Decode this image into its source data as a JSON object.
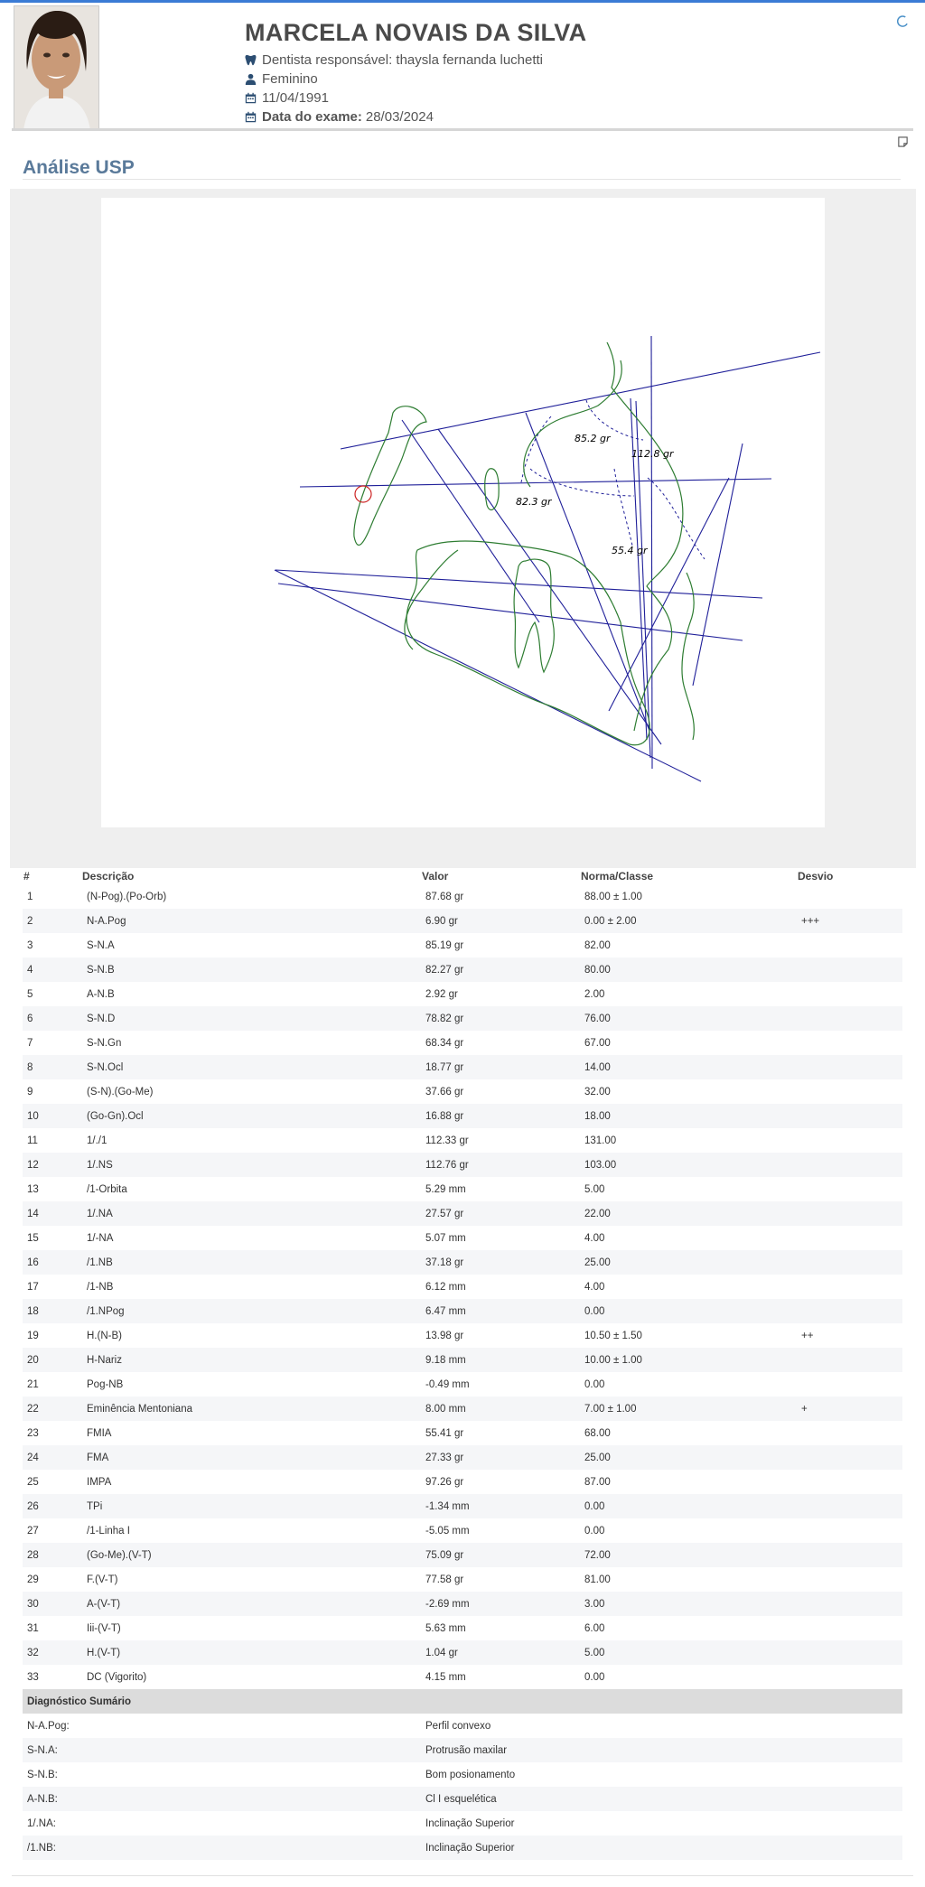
{
  "colors": {
    "accent": "#3a7bd5",
    "header_icon": "#2c4e72",
    "section_title": "#5a7a9a",
    "trace": "#2e7d32",
    "lines": "#1f1f99",
    "marker": "#cc2222"
  },
  "patient": {
    "name": "MARCELA NOVAIS DA SILVA",
    "dentist": "Dentista responsável: thaysla fernanda luchetti",
    "gender": "Feminino",
    "birthdate": "11/04/1991",
    "exam_label": "Data do exame:",
    "exam_date": "28/03/2024",
    "icons": [
      "tooth-icon",
      "user-icon",
      "calendar-icon",
      "calendar-icon"
    ]
  },
  "section": {
    "title": "Análise USP"
  },
  "tracing": {
    "angles": [
      "85.2 gr",
      "112.8 gr",
      "82.3 gr",
      "55.4 gr"
    ]
  },
  "table": {
    "headers": [
      "#",
      "Descrição",
      "Valor",
      "Norma/Classe",
      "Desvio"
    ],
    "rows": [
      [
        "1",
        "(N-Pog).(Po-Orb)",
        "87.68 gr",
        "88.00 ± 1.00",
        ""
      ],
      [
        "2",
        "N-A.Pog",
        "6.90 gr",
        "0.00 ± 2.00",
        "+++"
      ],
      [
        "3",
        "S-N.A",
        "85.19 gr",
        "82.00",
        ""
      ],
      [
        "4",
        "S-N.B",
        "82.27 gr",
        "80.00",
        ""
      ],
      [
        "5",
        "A-N.B",
        "2.92 gr",
        "2.00",
        ""
      ],
      [
        "6",
        "S-N.D",
        "78.82 gr",
        "76.00",
        ""
      ],
      [
        "7",
        "S-N.Gn",
        "68.34 gr",
        "67.00",
        ""
      ],
      [
        "8",
        "S-N.Ocl",
        "18.77 gr",
        "14.00",
        ""
      ],
      [
        "9",
        "(S-N).(Go-Me)",
        "37.66 gr",
        "32.00",
        ""
      ],
      [
        "10",
        "(Go-Gn).Ocl",
        "16.88 gr",
        "18.00",
        ""
      ],
      [
        "11",
        "1/./1",
        "112.33 gr",
        "131.00",
        ""
      ],
      [
        "12",
        "1/.NS",
        "112.76 gr",
        "103.00",
        ""
      ],
      [
        "13",
        "/1-Orbita",
        "5.29 mm",
        "5.00",
        ""
      ],
      [
        "14",
        "1/.NA",
        "27.57 gr",
        "22.00",
        ""
      ],
      [
        "15",
        "1/-NA",
        "5.07 mm",
        "4.00",
        ""
      ],
      [
        "16",
        "/1.NB",
        "37.18 gr",
        "25.00",
        ""
      ],
      [
        "17",
        "/1-NB",
        "6.12 mm",
        "4.00",
        ""
      ],
      [
        "18",
        "/1.NPog",
        "6.47 mm",
        "0.00",
        ""
      ],
      [
        "19",
        "H.(N-B)",
        "13.98 gr",
        "10.50 ± 1.50",
        "++"
      ],
      [
        "20",
        "H-Nariz",
        "9.18 mm",
        "10.00 ± 1.00",
        ""
      ],
      [
        "21",
        "Pog-NB",
        "-0.49 mm",
        "0.00",
        ""
      ],
      [
        "22",
        "Eminência Mentoniana",
        "8.00 mm",
        "7.00 ± 1.00",
        "+"
      ],
      [
        "23",
        "FMIA",
        "55.41 gr",
        "68.00",
        ""
      ],
      [
        "24",
        "FMA",
        "27.33 gr",
        "25.00",
        ""
      ],
      [
        "25",
        "IMPA",
        "97.26 gr",
        "87.00",
        ""
      ],
      [
        "26",
        "TPi",
        "-1.34 mm",
        "0.00",
        ""
      ],
      [
        "27",
        "/1-Linha I",
        "-5.05 mm",
        "0.00",
        ""
      ],
      [
        "28",
        "(Go-Me).(V-T)",
        "75.09 gr",
        "72.00",
        ""
      ],
      [
        "29",
        "F.(V-T)",
        "77.58 gr",
        "81.00",
        ""
      ],
      [
        "30",
        "A-(V-T)",
        "-2.69 mm",
        "3.00",
        ""
      ],
      [
        "31",
        "Iii-(V-T)",
        "5.63 mm",
        "6.00",
        ""
      ],
      [
        "32",
        "H.(V-T)",
        "1.04 gr",
        "5.00",
        ""
      ],
      [
        "33",
        "DC (Vigorito)",
        "4.15 mm",
        "0.00",
        ""
      ]
    ],
    "summary_title": "Diagnóstico Sumário",
    "summary": [
      [
        "N-A.Pog:",
        "Perfil convexo"
      ],
      [
        "S-N.A:",
        "Protrusão maxilar"
      ],
      [
        "S-N.B:",
        "Bom posionamento"
      ],
      [
        "A-N.B:",
        "Cl I esquelética"
      ],
      [
        "1/.NA:",
        "Inclinação Superior"
      ],
      [
        "/1.NB:",
        "Inclinação Superior"
      ]
    ]
  }
}
